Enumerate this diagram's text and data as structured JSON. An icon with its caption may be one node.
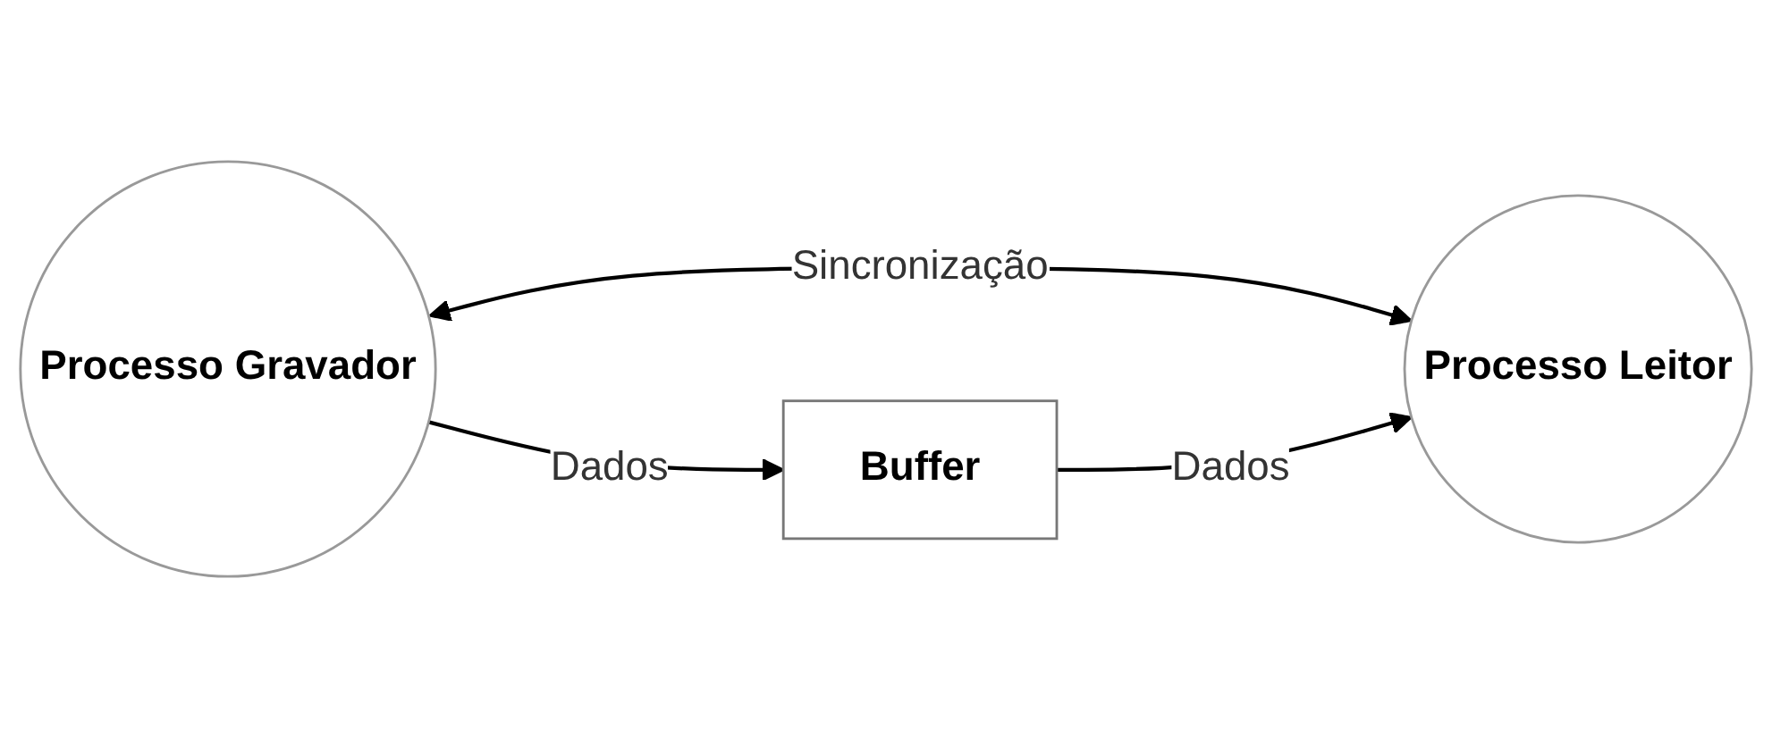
{
  "diagram": {
    "nodes": [
      {
        "text": [
          "Processo Gravador"
        ]
      },
      {
        "text": [
          "Processo Leitor"
        ]
      },
      {
        "text": [
          "Buffer"
        ]
      }
    ],
    "edges": [
      {
        "from": 0,
        "to": 1,
        "arrow": "both",
        "label": "Sincronização"
      },
      {
        "from": 0,
        "to": 2,
        "arrow": "to",
        "label": "Dados"
      },
      {
        "from": 2,
        "to": 1,
        "arrow": "to",
        "label": "Dados"
      }
    ]
  }
}
